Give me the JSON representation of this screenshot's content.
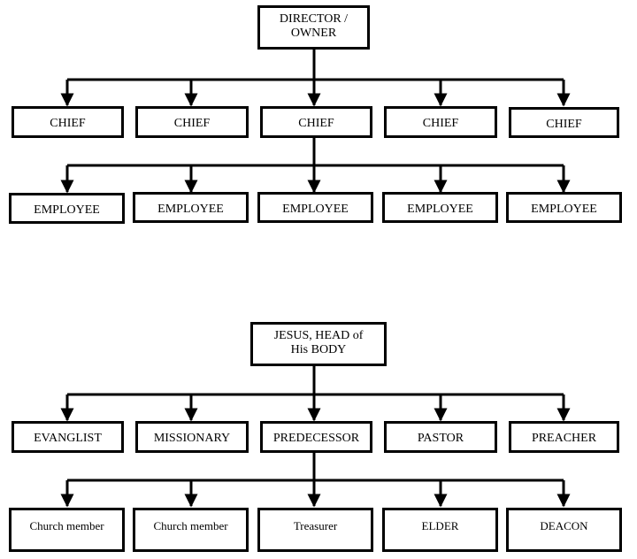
{
  "chart1": {
    "root": "DIRECTOR /\nOWNER",
    "level1": [
      "CHIEF",
      "CHIEF",
      "CHIEF",
      "CHIEF",
      "CHIEF"
    ],
    "level2": [
      "EMPLOYEE",
      "EMPLOYEE",
      "EMPLOYEE",
      "EMPLOYEE",
      "EMPLOYEE"
    ]
  },
  "chart2": {
    "root": "JESUS, HEAD of\nHis BODY",
    "level1": [
      "EVANGLIST",
      "MISSIONARY",
      "PREDECESSOR",
      "PASTOR",
      "PREACHER"
    ],
    "level2": [
      "Church member",
      "Church member",
      "Treasurer",
      "ELDER",
      "DEACON"
    ]
  }
}
